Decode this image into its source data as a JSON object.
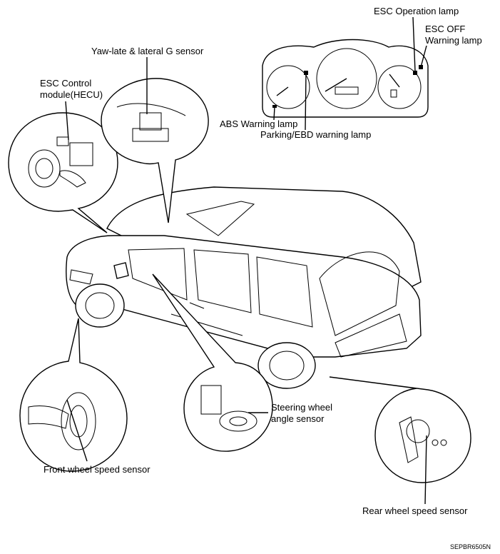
{
  "labels": {
    "esc_control_module_line1": "ESC Control",
    "esc_control_module_line2": "module(HECU)",
    "yaw_sensor": "Yaw-late & lateral G sensor",
    "esc_operation_lamp": "ESC Operation lamp",
    "esc_off_line1": "ESC OFF",
    "esc_off_line2": "Warning lamp",
    "abs_warning_lamp": "ABS Warning lamp",
    "parking_ebd_lamp": "Parking/EBD warning lamp",
    "steering_line1": "Steering wheel",
    "steering_line2": "angle sensor",
    "front_wheel_sensor": "Front wheel speed sensor",
    "rear_wheel_sensor": "Rear wheel speed sensor",
    "figure_code": "SEPBR6505N"
  }
}
